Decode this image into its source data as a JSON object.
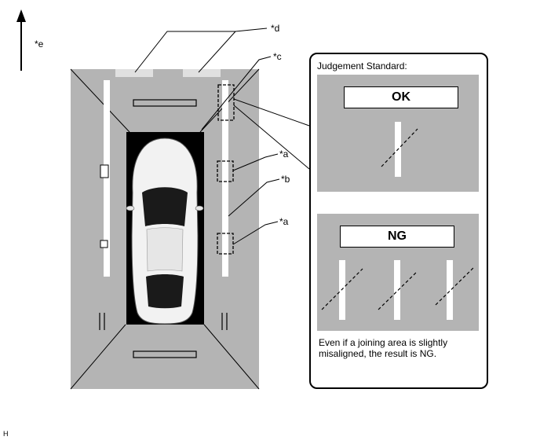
{
  "callouts": {
    "d": "*d",
    "e": "*e",
    "c": "*c",
    "a1": "*a",
    "b": "*b",
    "a2": "*a",
    "h": "H"
  },
  "panel": {
    "title": "Judgement Standard:",
    "ok_label": "OK",
    "ng_label": "NG",
    "note": "Even if a joining area is slightly misaligned, the result is NG."
  },
  "colors": {
    "floor": "#b4b4b4",
    "line": "#ffffff",
    "outline": "#000000"
  }
}
